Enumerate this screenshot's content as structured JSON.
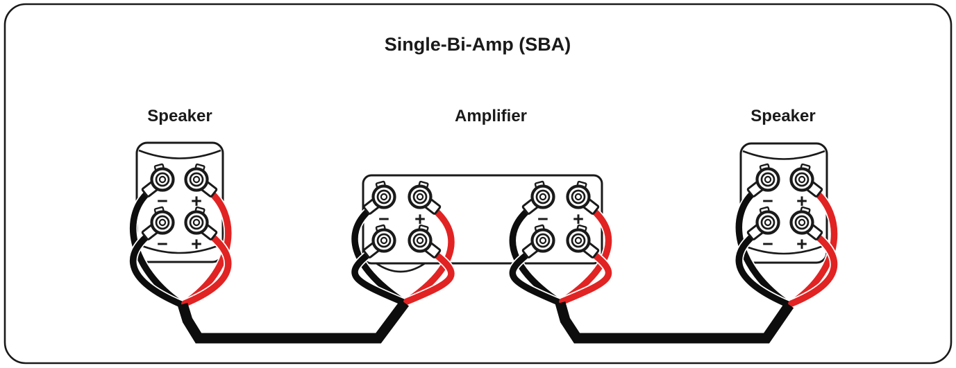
{
  "title": "Single-Bi-Amp (SBA)",
  "components": {
    "left_speaker": {
      "label": "Speaker"
    },
    "amplifier": {
      "label": "Amplifier"
    },
    "right_speaker": {
      "label": "Speaker"
    }
  },
  "terminal_labels": {
    "negative": "−",
    "positive": "+"
  },
  "colors": {
    "negative_wire": "#0d0d0d",
    "positive_wire": "#e12323",
    "outline": "#1a1a1a",
    "background": "#ffffff"
  }
}
